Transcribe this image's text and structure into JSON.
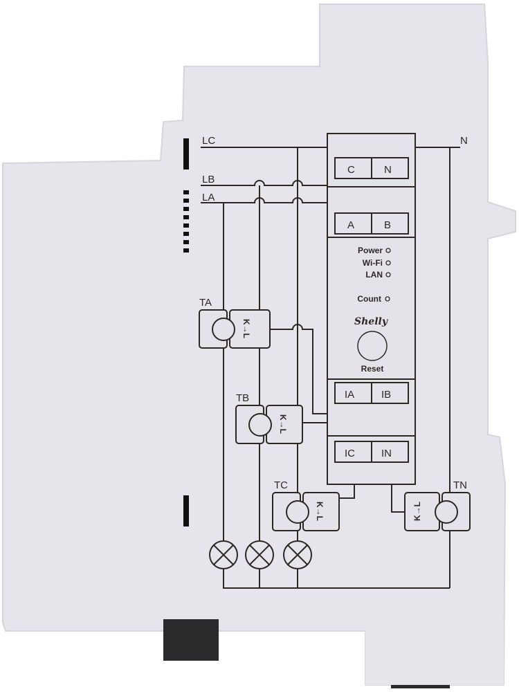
{
  "device": {
    "brand": "Shelly",
    "body_color": "#e6e5ec",
    "lines": {
      "lc": "LC",
      "lb": "LB",
      "la": "LA",
      "n": "N"
    },
    "terminals": {
      "c": "C",
      "n": "N",
      "a": "A",
      "b": "B",
      "ia": "IA",
      "ib": "IB",
      "ic": "IC",
      "in": "IN"
    },
    "indicators": {
      "power": "Power",
      "wifi": "Wi-Fi",
      "lan": "LAN",
      "count": "Count"
    },
    "reset_label": "Reset",
    "transformers": {
      "ta": "TA",
      "tb": "TB",
      "tc": "TC",
      "tn": "TN",
      "direction": "K→L"
    }
  }
}
